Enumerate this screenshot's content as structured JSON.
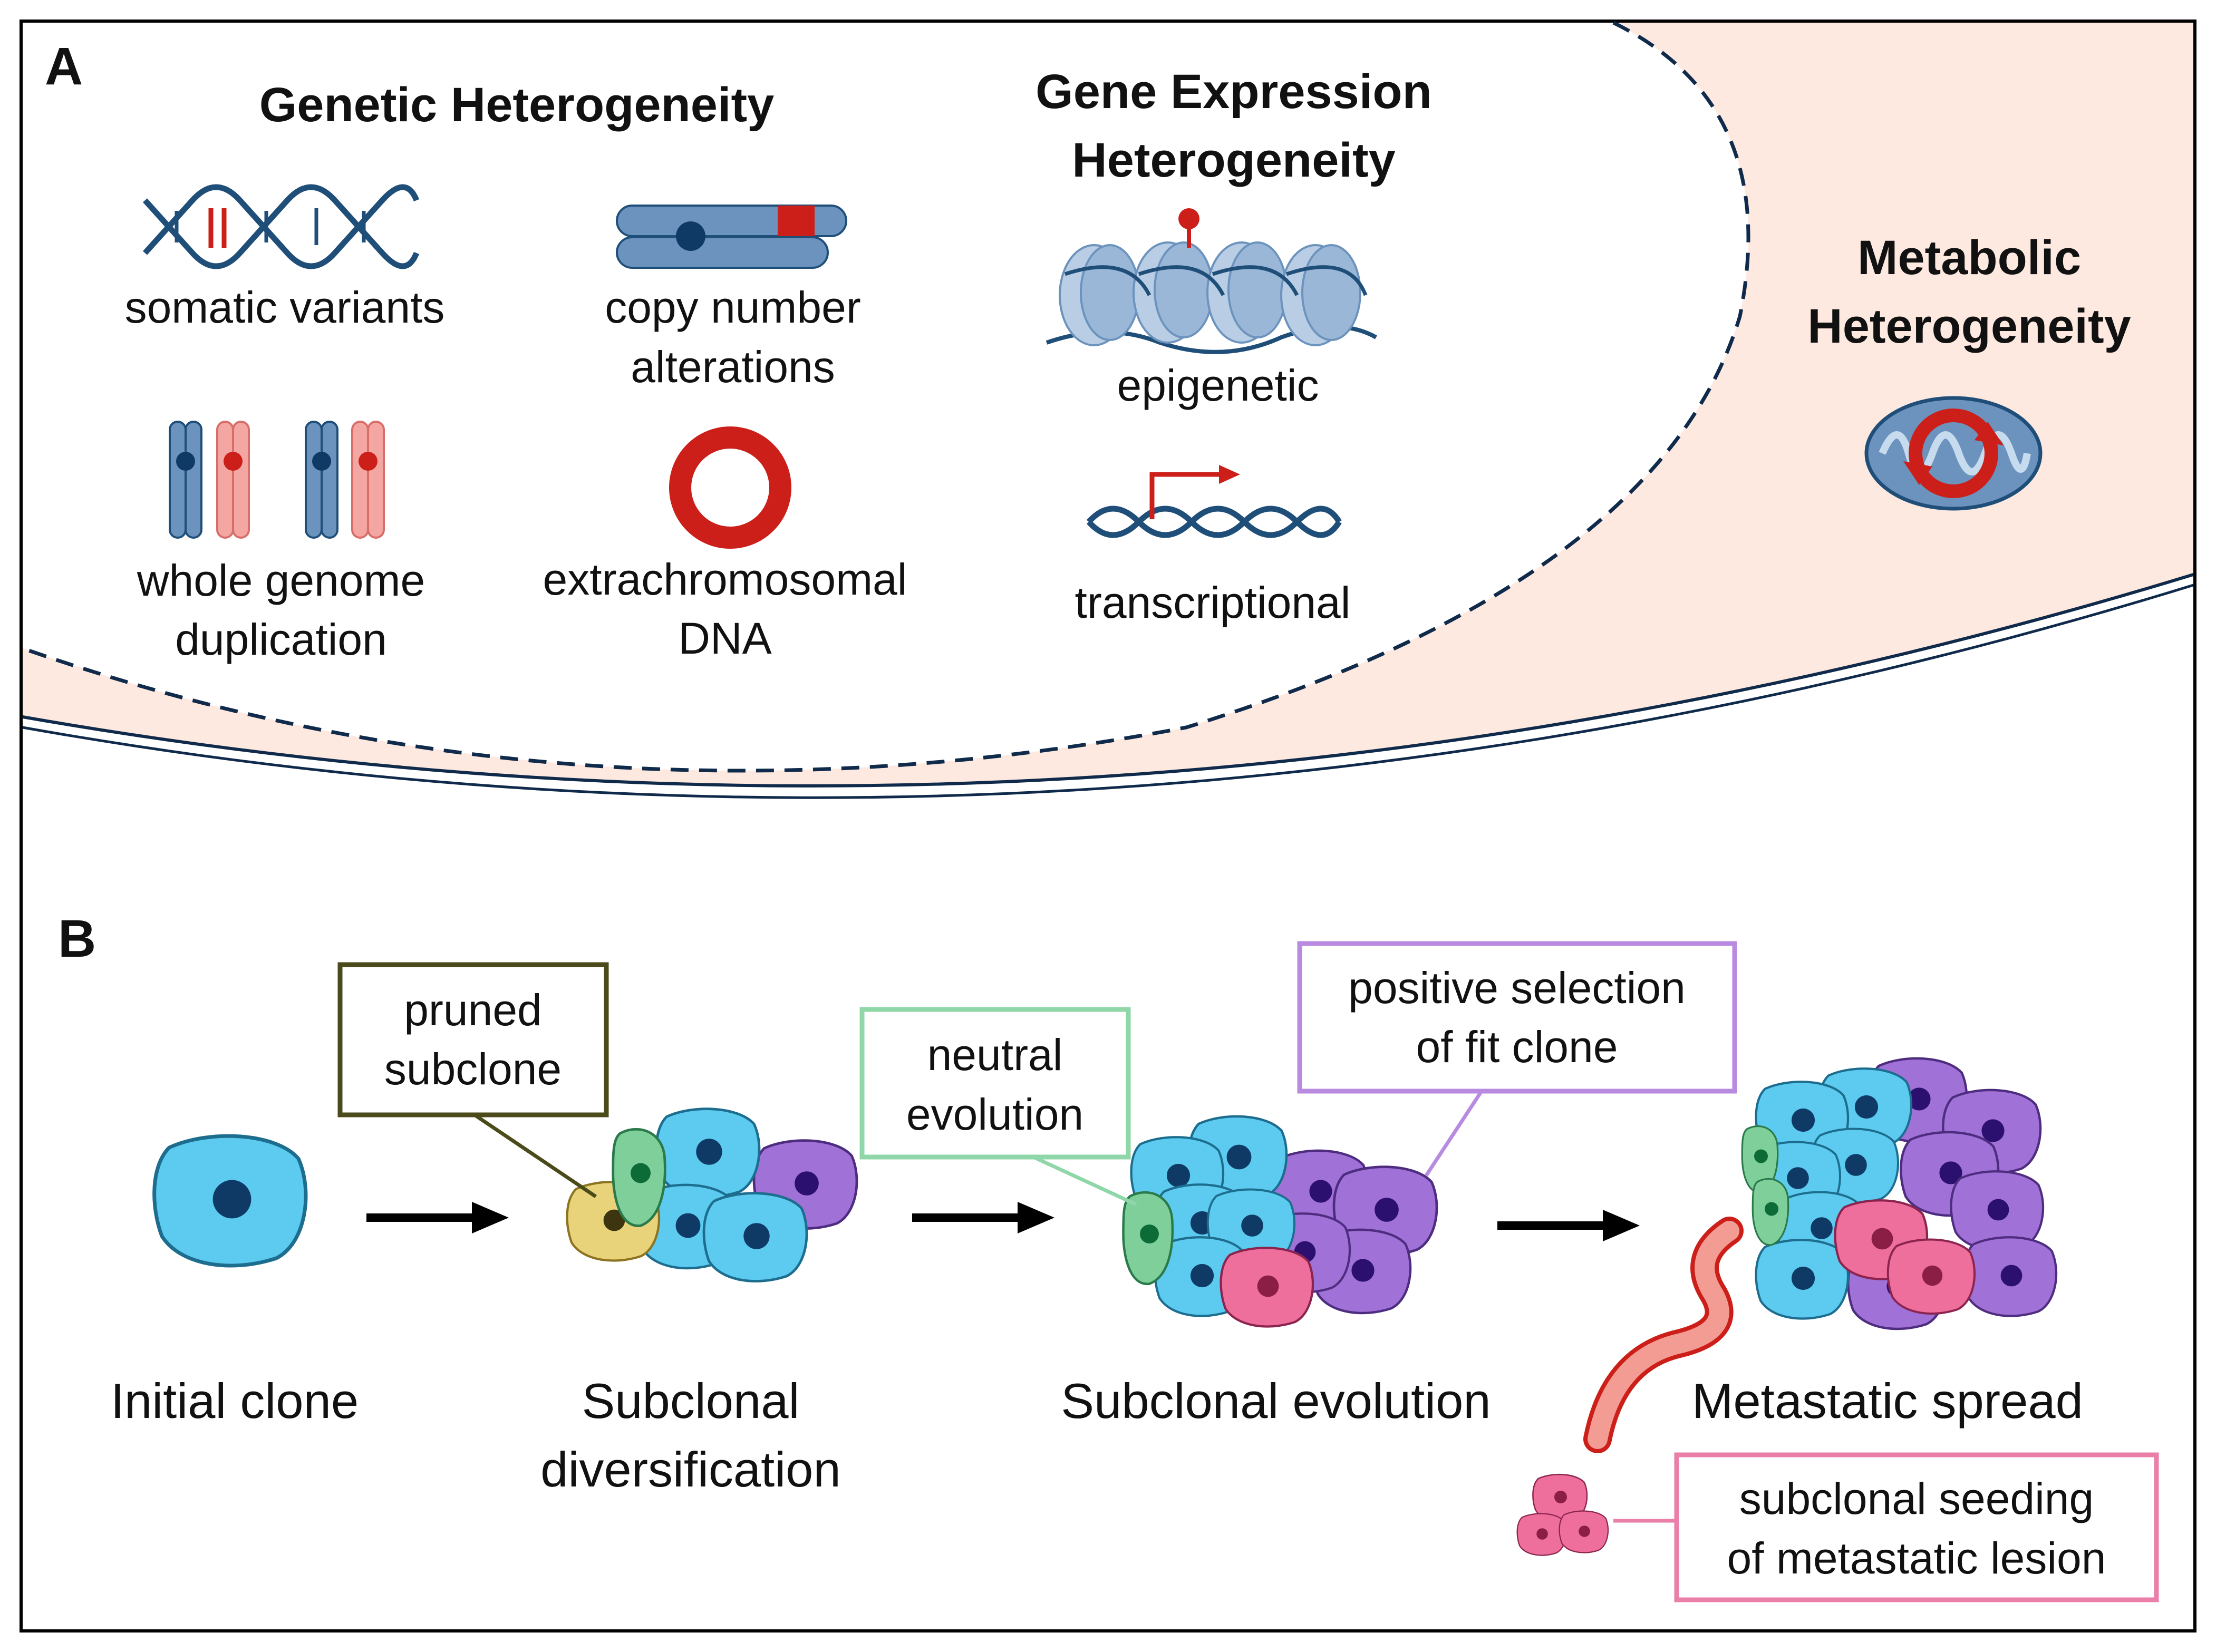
{
  "panel_a": {
    "letter": "A",
    "genetic": {
      "title": "Genetic Heterogeneity",
      "somatic": "somatic variants",
      "cna_line1": "copy number",
      "cna_line2": "alterations",
      "wgd_line1": "whole genome",
      "wgd_line2": "duplication",
      "ecdna_line1": "extrachromosomal",
      "ecdna_line2": "DNA"
    },
    "expression": {
      "title_line1": "Gene Expression",
      "title_line2": "Heterogeneity",
      "epigenetic": "epigenetic",
      "transcriptional": "transcriptional"
    },
    "metabolic": {
      "title_line1": "Metabolic",
      "title_line2": "Heterogeneity"
    },
    "colors": {
      "background_peach": "#fde9e0",
      "dna_blue": "#1f4e79",
      "chromosome_blue": "#6b93bd",
      "accent_red": "#cc1f1a",
      "chromosome_pink": "#f4a6a3"
    }
  },
  "panel_b": {
    "letter": "B",
    "stages": {
      "initial": "Initial clone",
      "diversification_line1": "Subclonal",
      "diversification_line2": "diversification",
      "evolution": "Subclonal evolution",
      "metastatic": "Metastatic spread"
    },
    "callouts": {
      "pruned_line1": "pruned",
      "pruned_line2": "subclone",
      "neutral_line1": "neutral",
      "neutral_line2": "evolution",
      "positive_line1": "positive selection",
      "positive_line2": "of fit clone",
      "seeding_line1": "subclonal seeding",
      "seeding_line2": "of metastatic lesion"
    },
    "colors": {
      "cell_cyan": "#5ccbef",
      "cell_purple": "#a071d6",
      "cell_green": "#7fcf9b",
      "cell_yellow": "#e8d27a",
      "cell_pink": "#ee6f9b",
      "pruned_box": "#4a4a1a",
      "neutral_box": "#8fd6a8",
      "positive_box": "#b98be0",
      "seeding_box": "#ea7fa9"
    }
  }
}
